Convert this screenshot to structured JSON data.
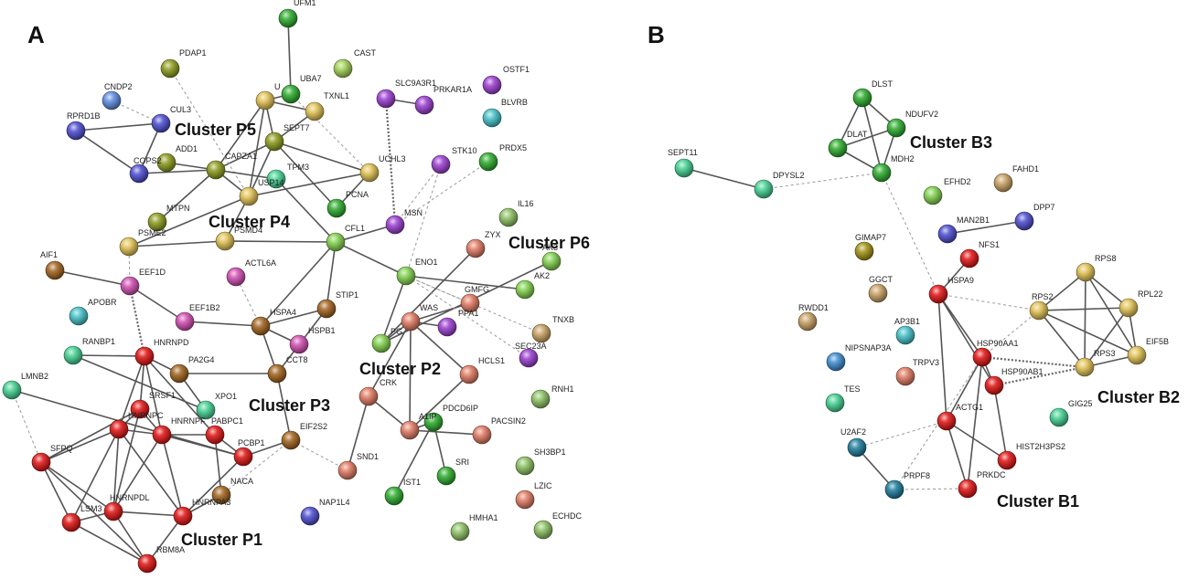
{
  "panels": [
    {
      "id": "A",
      "label": "A"
    },
    {
      "id": "B",
      "label": "B"
    }
  ],
  "clusters": [
    {
      "id": "P1",
      "label": "Cluster P1"
    },
    {
      "id": "P2",
      "label": "Cluster P2"
    },
    {
      "id": "P3",
      "label": "Cluster P3"
    },
    {
      "id": "P4",
      "label": "Cluster P4"
    },
    {
      "id": "P5",
      "label": "Cluster P5"
    },
    {
      "id": "P6",
      "label": "Cluster P6"
    },
    {
      "id": "B1",
      "label": "Cluster B1"
    },
    {
      "id": "B2",
      "label": "Cluster B2"
    },
    {
      "id": "B3",
      "label": "Cluster B3"
    }
  ],
  "colors": {
    "red": "#e01010",
    "brown": "#a0601a",
    "peach": "#e98a5a",
    "green": "#2aaa2a",
    "lightgreen": "#7fd04a",
    "olive": "#8a9a1a",
    "yellow": "#e0c050",
    "blue": "#4a4ad0",
    "lightblue": "#5a8adf",
    "cyan": "#40c0c8",
    "purple": "#9a3ad0",
    "pink": "#d04ab0",
    "mint": "#40d090",
    "teal": "#1a7a9a",
    "skyblue": "#3a8ad0",
    "tan": "#c8a060",
    "mustard": "#a09010",
    "lime": "#a0d050",
    "salmon": "#e07860",
    "sagegreen": "#8ac060"
  },
  "nodes": [
    {
      "id": "UFM1",
      "label": "UFM1",
      "color": "green"
    },
    {
      "id": "PDAP1",
      "label": "PDAP1",
      "color": "olive"
    },
    {
      "id": "CAST",
      "label": "CAST",
      "color": "lime"
    },
    {
      "id": "OSTF1",
      "label": "OSTF1",
      "color": "purple"
    },
    {
      "id": "CNDP2",
      "label": "CNDP2",
      "color": "lightblue"
    },
    {
      "id": "UBA7",
      "label": "UBA7",
      "color": "green"
    },
    {
      "id": "U",
      "label": "U",
      "color": "yellow"
    },
    {
      "id": "SLC9A3R1",
      "label": "SLC9A3R1",
      "color": "purple"
    },
    {
      "id": "PRKAR1A",
      "label": "PRKAR1A",
      "color": "purple"
    },
    {
      "id": "BLVRB",
      "label": "BLVRB",
      "color": "cyan"
    },
    {
      "id": "RPRD1B",
      "label": "RPRD1B",
      "color": "blue"
    },
    {
      "id": "CUL3",
      "label": "CUL3",
      "color": "blue"
    },
    {
      "id": "TXNL1",
      "label": "TXNL1",
      "color": "yellow"
    },
    {
      "id": "SEPT7",
      "label": "SEPT7",
      "color": "olive"
    },
    {
      "id": "ADD1",
      "label": "ADD1",
      "color": "olive"
    },
    {
      "id": "COPS2",
      "label": "COPS2",
      "color": "blue"
    },
    {
      "id": "CAPZA1",
      "label": "CAPZA1",
      "color": "olive"
    },
    {
      "id": "TPM3",
      "label": "TPM3",
      "color": "mint"
    },
    {
      "id": "UCHL3",
      "label": "UCHL3",
      "color": "yellow"
    },
    {
      "id": "STK10",
      "label": "STK10",
      "color": "purple"
    },
    {
      "id": "PRDX5",
      "label": "PRDX5",
      "color": "green"
    },
    {
      "id": "USP14",
      "label": "USP14",
      "color": "yellow"
    },
    {
      "id": "MTPN",
      "label": "MTPN",
      "color": "olive"
    },
    {
      "id": "PCNA",
      "label": "PCNA",
      "color": "green"
    },
    {
      "id": "MSN",
      "label": "MSN",
      "color": "purple"
    },
    {
      "id": "IL16",
      "label": "IL16",
      "color": "sagegreen"
    },
    {
      "id": "PSME2",
      "label": "PSME2",
      "color": "yellow"
    },
    {
      "id": "PSMD4",
      "label": "PSMD4",
      "color": "yellow"
    },
    {
      "id": "CFL1",
      "label": "CFL1",
      "color": "lightgreen"
    },
    {
      "id": "ZYX",
      "label": "ZYX",
      "color": "salmon"
    },
    {
      "id": "AK3",
      "label": "AK3",
      "color": "lightgreen"
    },
    {
      "id": "AIF1",
      "label": "AIF1",
      "color": "brown"
    },
    {
      "id": "EEF1D",
      "label": "EEF1D",
      "color": "pink"
    },
    {
      "id": "ACTL6A",
      "label": "ACTL6A",
      "color": "pink"
    },
    {
      "id": "ENO1",
      "label": "ENO1",
      "color": "lightgreen"
    },
    {
      "id": "AK2",
      "label": "AK2",
      "color": "lightgreen"
    },
    {
      "id": "GMFG",
      "label": "GMFG",
      "color": "salmon"
    },
    {
      "id": "APOBR",
      "label": "APOBR",
      "color": "cyan"
    },
    {
      "id": "EEF1B2",
      "label": "EEF1B2",
      "color": "pink"
    },
    {
      "id": "HSPA4",
      "label": "HSPA4",
      "color": "brown"
    },
    {
      "id": "STIP1",
      "label": "STIP1",
      "color": "brown"
    },
    {
      "id": "WAS",
      "label": "WAS",
      "color": "salmon"
    },
    {
      "id": "PPA1",
      "label": "PPA1",
      "color": "purple"
    },
    {
      "id": "TNXB",
      "label": "TNXB",
      "color": "tan"
    },
    {
      "id": "PG",
      "label": "PG",
      "color": "lightgreen"
    },
    {
      "id": "HSPB1",
      "label": "HSPB1",
      "color": "pink"
    },
    {
      "id": "RANBP1",
      "label": "RANBP1",
      "color": "mint"
    },
    {
      "id": "HNRNPD",
      "label": "HNRNPD",
      "color": "red"
    },
    {
      "id": "SEC23A",
      "label": "SEC23A",
      "color": "purple"
    },
    {
      "id": "PA2G4",
      "label": "PA2G4",
      "color": "brown"
    },
    {
      "id": "CCT8",
      "label": "CCT8",
      "color": "brown"
    },
    {
      "id": "HCLS1",
      "label": "HCLS1",
      "color": "salmon"
    },
    {
      "id": "LMNB2",
      "label": "LMNB2",
      "color": "mint"
    },
    {
      "id": "RNH1",
      "label": "RNH1",
      "color": "sagegreen"
    },
    {
      "id": "SRSF1",
      "label": "SRSF1",
      "color": "red"
    },
    {
      "id": "XPO1",
      "label": "XPO1",
      "color": "mint"
    },
    {
      "id": "CRK",
      "label": "CRK",
      "color": "salmon"
    },
    {
      "id": "PDCD6IP",
      "label": "PDCD6IP",
      "color": "green"
    },
    {
      "id": "A1IP",
      "label": "A1IP",
      "color": "salmon"
    },
    {
      "id": "HNRNPC",
      "label": "HNRNPC",
      "color": "red"
    },
    {
      "id": "HNRNPF",
      "label": "HNRNPF",
      "color": "red"
    },
    {
      "id": "PABPC1",
      "label": "PABPC1",
      "color": "red"
    },
    {
      "id": "EIF2S2",
      "label": "EIF2S2",
      "color": "brown"
    },
    {
      "id": "PACSIN2",
      "label": "PACSIN2",
      "color": "salmon"
    },
    {
      "id": "SFPQ",
      "label": "SFPQ",
      "color": "red"
    },
    {
      "id": "PCBP1",
      "label": "PCBP1",
      "color": "red"
    },
    {
      "id": "SND1",
      "label": "SND1",
      "color": "salmon"
    },
    {
      "id": "SRI",
      "label": "SRI",
      "color": "green"
    },
    {
      "id": "SH3BP1",
      "label": "SH3BP1",
      "color": "sagegreen"
    },
    {
      "id": "NACA",
      "label": "NACA",
      "color": "brown"
    },
    {
      "id": "IST1",
      "label": "IST1",
      "color": "green"
    },
    {
      "id": "LZIC",
      "label": "LZIC",
      "color": "salmon"
    },
    {
      "id": "LSM3",
      "label": "LSM3",
      "color": "red"
    },
    {
      "id": "HNRNPDL",
      "label": "HNRNPDL",
      "color": "red"
    },
    {
      "id": "HNRNPA3",
      "label": "HNRNPA3",
      "color": "red"
    },
    {
      "id": "NAP1L4",
      "label": "NAP1L4",
      "color": "blue"
    },
    {
      "id": "HMHA1",
      "label": "HMHA1",
      "color": "sagegreen"
    },
    {
      "id": "ECHDC",
      "label": "ECHDC",
      "color": "sagegreen"
    },
    {
      "id": "RBM8A",
      "label": "RBM8A",
      "color": "red"
    },
    {
      "id": "DLST",
      "label": "DLST",
      "color": "green"
    },
    {
      "id": "NDUFV2",
      "label": "NDUFV2",
      "color": "green"
    },
    {
      "id": "DLAT",
      "label": "DLAT",
      "color": "green"
    },
    {
      "id": "MDH2",
      "label": "MDH2",
      "color": "green"
    },
    {
      "id": "SEPT11",
      "label": "SEPT11",
      "color": "mint"
    },
    {
      "id": "DPYSL2",
      "label": "DPYSL2",
      "color": "mint"
    },
    {
      "id": "EFHD2",
      "label": "EFHD2",
      "color": "lightgreen"
    },
    {
      "id": "FAHD1",
      "label": "FAHD1",
      "color": "tan"
    },
    {
      "id": "MAN2B1",
      "label": "MAN2B1",
      "color": "blue"
    },
    {
      "id": "DPP7",
      "label": "DPP7",
      "color": "blue"
    },
    {
      "id": "GIMAP7",
      "label": "GIMAP7",
      "color": "mustard"
    },
    {
      "id": "NFS1",
      "label": "NFS1",
      "color": "red"
    },
    {
      "id": "RPS8",
      "label": "RPS8",
      "color": "yellow"
    },
    {
      "id": "GGCT",
      "label": "GGCT",
      "color": "tan"
    },
    {
      "id": "HSPA9",
      "label": "HSPA9",
      "color": "red"
    },
    {
      "id": "RPS2",
      "label": "RPS2",
      "color": "yellow"
    },
    {
      "id": "RPL22",
      "label": "RPL22",
      "color": "yellow"
    },
    {
      "id": "RWDD1",
      "label": "RWDD1",
      "color": "tan"
    },
    {
      "id": "AP3B1",
      "label": "AP3B1",
      "color": "cyan"
    },
    {
      "id": "HSP90AA1",
      "label": "HSP90AA1",
      "color": "red"
    },
    {
      "id": "EIF5B",
      "label": "EIF5B",
      "color": "yellow"
    },
    {
      "id": "NIPSNAP3A",
      "label": "NIPSNAP3A",
      "color": "skyblue"
    },
    {
      "id": "RPS3",
      "label": "RPS3",
      "color": "yellow"
    },
    {
      "id": "TRPV3",
      "label": "TRPV3",
      "color": "salmon"
    },
    {
      "id": "HSP90AB1",
      "label": "HSP90AB1",
      "color": "red"
    },
    {
      "id": "TES",
      "label": "TES",
      "color": "mint"
    },
    {
      "id": "ACTG1",
      "label": "ACTG1",
      "color": "red"
    },
    {
      "id": "GIG25",
      "label": "GIG25",
      "color": "mint"
    },
    {
      "id": "U2AF2",
      "label": "U2AF2",
      "color": "teal"
    },
    {
      "id": "HIST2H3PS2",
      "label": "HIST2H3PS2",
      "color": "red"
    },
    {
      "id": "PRPF8",
      "label": "PRPF8",
      "color": "teal"
    },
    {
      "id": "PRKDC",
      "label": "PRKDC",
      "color": "red"
    }
  ],
  "edges": [
    [
      "UFM1",
      "UBA7",
      "solid"
    ],
    [
      "U",
      "UBA7",
      "solid"
    ],
    [
      "U",
      "TXNL1",
      "solid"
    ],
    [
      "U",
      "SEPT7",
      "solid"
    ],
    [
      "U",
      "USP14",
      "solid"
    ],
    [
      "U",
      "CAPZA1",
      "solid"
    ],
    [
      "UBA7",
      "UCHL3",
      "dashed"
    ],
    [
      "TXNL1",
      "SEPT7",
      "solid"
    ],
    [
      "SEPT7",
      "CAPZA1",
      "solid"
    ],
    [
      "SEPT7",
      "UCHL3",
      "solid"
    ],
    [
      "SEPT7",
      "PCNA",
      "solid"
    ],
    [
      "SEPT7",
      "USP14",
      "solid"
    ],
    [
      "CAPZA1",
      "USP14",
      "solid"
    ],
    [
      "CAPZA1",
      "ADD1",
      "solid"
    ],
    [
      "CAPZA1",
      "COPS2",
      "solid"
    ],
    [
      "CAPZA1",
      "MTPN",
      "solid"
    ],
    [
      "COPS2",
      "CUL3",
      "solid"
    ],
    [
      "CUL3",
      "RPRD1B",
      "solid"
    ],
    [
      "COPS2",
      "RPRD1B",
      "solid"
    ],
    [
      "USP14",
      "UCHL3",
      "solid"
    ],
    [
      "USP14",
      "PSMD4",
      "solid"
    ],
    [
      "USP14",
      "PSME2",
      "solid"
    ],
    [
      "PSME2",
      "PSMD4",
      "solid"
    ],
    [
      "PSMD4",
      "CFL1",
      "solid"
    ],
    [
      "UCHL3",
      "PCNA",
      "solid"
    ],
    [
      "SLC9A3R1",
      "PRKAR1A",
      "solid"
    ],
    [
      "SLC9A3R1",
      "MSN",
      "dotted"
    ],
    [
      "MSN",
      "CFL1",
      "solid"
    ],
    [
      "MSN",
      "STK10",
      "dashed"
    ],
    [
      "CFL1",
      "ENO1",
      "solid"
    ],
    [
      "CFL1",
      "STIP1",
      "solid"
    ],
    [
      "CFL1",
      "HSPA4",
      "solid"
    ],
    [
      "ENO1",
      "AK2",
      "solid"
    ],
    [
      "ENO1",
      "GMFG",
      "dashed"
    ],
    [
      "ENO1",
      "PG",
      "solid"
    ],
    [
      "ZYX",
      "PG",
      "solid"
    ],
    [
      "GMFG",
      "WAS",
      "solid"
    ],
    [
      "WAS",
      "PG",
      "solid"
    ],
    [
      "WAS",
      "PPA1",
      "solid"
    ],
    [
      "WAS",
      "HCLS1",
      "solid"
    ],
    [
      "WAS",
      "CRK",
      "solid"
    ],
    [
      "WAS",
      "A1IP",
      "solid"
    ],
    [
      "CRK",
      "A1IP",
      "solid"
    ],
    [
      "HCLS1",
      "A1IP",
      "solid"
    ],
    [
      "PDCD6IP",
      "IST1",
      "solid"
    ],
    [
      "PDCD6IP",
      "SRI",
      "solid"
    ],
    [
      "PDCD6IP",
      "A1IP",
      "solid"
    ],
    [
      "A1IP",
      "PACSIN2",
      "solid"
    ],
    [
      "CRK",
      "SND1",
      "solid"
    ],
    [
      "SND1",
      "EIF2S2",
      "dashed"
    ],
    [
      "HSPA4",
      "STIP1",
      "solid"
    ],
    [
      "HSPA4",
      "CCT8",
      "solid"
    ],
    [
      "HSPA4",
      "HSPB1",
      "solid"
    ],
    [
      "HSPA4",
      "EEF1B2",
      "solid"
    ],
    [
      "HSPA4",
      "ACTL6A",
      "dashed"
    ],
    [
      "STIP1",
      "CCT8",
      "solid"
    ],
    [
      "CCT8",
      "PA2G4",
      "solid"
    ],
    [
      "CCT8",
      "EIF2S2",
      "solid"
    ],
    [
      "PA2G4",
      "HNRNPD",
      "solid"
    ],
    [
      "PA2G4",
      "XPO1",
      "solid"
    ],
    [
      "EEF1D",
      "EEF1B2",
      "solid"
    ],
    [
      "EEF1D",
      "AIF1",
      "solid"
    ],
    [
      "EEF1D",
      "PSME2",
      "dashed"
    ],
    [
      "EEF1D",
      "HNRNPD",
      "dotted"
    ],
    [
      "RANBP1",
      "XPO1",
      "solid"
    ],
    [
      "RANBP1",
      "HNRNPD",
      "solid"
    ],
    [
      "LMNB2",
      "PCBP1",
      "solid"
    ],
    [
      "LMNB2",
      "SFPQ",
      "dashed"
    ],
    [
      "HNRNPD",
      "SRSF1",
      "solid"
    ],
    [
      "HNRNPD",
      "HNRNPC",
      "solid"
    ],
    [
      "HNRNPD",
      "HNRNPF",
      "solid"
    ],
    [
      "HNRNPD",
      "PABPC1",
      "solid"
    ],
    [
      "SRSF1",
      "HNRNPC",
      "solid"
    ],
    [
      "SRSF1",
      "HNRNPF",
      "solid"
    ],
    [
      "SRSF1",
      "SFPQ",
      "solid"
    ],
    [
      "SRSF1",
      "HNRNPDL",
      "solid"
    ],
    [
      "HNRNPC",
      "HNRNPF",
      "solid"
    ],
    [
      "HNRNPC",
      "SFPQ",
      "solid"
    ],
    [
      "HNRNPC",
      "LSM3",
      "solid"
    ],
    [
      "HNRNPC",
      "HNRNPDL",
      "solid"
    ],
    [
      "HNRNPC",
      "HNRNPA3",
      "solid"
    ],
    [
      "HNRNPF",
      "PABPC1",
      "solid"
    ],
    [
      "HNRNPF",
      "PCBP1",
      "solid"
    ],
    [
      "HNRNPF",
      "HNRNPA3",
      "solid"
    ],
    [
      "HNRNPF",
      "HNRNPDL",
      "solid"
    ],
    [
      "PABPC1",
      "PCBP1",
      "solid"
    ],
    [
      "PABPC1",
      "NACA",
      "solid"
    ],
    [
      "PCBP1",
      "HNRNPA3",
      "solid"
    ],
    [
      "PCBP1",
      "EIF2S2",
      "solid"
    ],
    [
      "SFPQ",
      "LSM3",
      "solid"
    ],
    [
      "SFPQ",
      "HNRNPDL",
      "solid"
    ],
    [
      "SFPQ",
      "RBM8A",
      "solid"
    ],
    [
      "LSM3",
      "HNRNPDL",
      "solid"
    ],
    [
      "LSM3",
      "RBM8A",
      "solid"
    ],
    [
      "HNRNPDL",
      "HNRNPA3",
      "solid"
    ],
    [
      "HNRNPDL",
      "RBM8A",
      "solid"
    ],
    [
      "HNRNPA3",
      "RBM8A",
      "solid"
    ],
    [
      "NACA",
      "HNRNPA3",
      "solid"
    ],
    [
      "EIF2S2",
      "NACA",
      "dashed"
    ],
    [
      "PDAP1",
      "USP14",
      "dashed"
    ],
    [
      "TPM3",
      "CAPZA1",
      "solid"
    ],
    [
      "TPM3",
      "CFL1",
      "solid"
    ],
    [
      "CNDP2",
      "CUL3",
      "dashed"
    ],
    [
      "STK10",
      "ENO1",
      "dashed"
    ],
    [
      "PRDX5",
      "MSN",
      "dashed"
    ],
    [
      "AK3",
      "PG",
      "solid"
    ],
    [
      "SEC23A",
      "ENO1",
      "dashed"
    ],
    [
      "TNXB",
      "ENO1",
      "dashed"
    ],
    [
      "DLST",
      "NDUFV2",
      "solid"
    ],
    [
      "DLST",
      "DLAT",
      "solid"
    ],
    [
      "DLST",
      "MDH2",
      "solid"
    ],
    [
      "NDUFV2",
      "DLAT",
      "solid"
    ],
    [
      "NDUFV2",
      "MDH2",
      "solid"
    ],
    [
      "DLAT",
      "MDH2",
      "solid"
    ],
    [
      "SEPT11",
      "DPYSL2",
      "solid"
    ],
    [
      "DPYSL2",
      "MDH2",
      "dashed"
    ],
    [
      "MDH2",
      "HSPA9",
      "dashed"
    ],
    [
      "MAN2B1",
      "DPP7",
      "solid"
    ],
    [
      "NFS1",
      "HSPA9",
      "solid"
    ],
    [
      "HSPA9",
      "HSP90AA1",
      "solid"
    ],
    [
      "HSPA9",
      "HSP90AB1",
      "solid"
    ],
    [
      "HSPA9",
      "ACTG1",
      "solid"
    ],
    [
      "HSPA9",
      "RPS2",
      "dashed"
    ],
    [
      "HSP90AA1",
      "HSP90AB1",
      "solid"
    ],
    [
      "HSP90AA1",
      "RPS3",
      "dotted"
    ],
    [
      "HSP90AA1",
      "RPS2",
      "dashed"
    ],
    [
      "HSP90AA1",
      "ACTG1",
      "solid"
    ],
    [
      "HSP90AA1",
      "PRKDC",
      "solid"
    ],
    [
      "HSP90AB1",
      "RPS3",
      "dotted"
    ],
    [
      "HSP90AB1",
      "HIST2H3PS2",
      "solid"
    ],
    [
      "ACTG1",
      "HIST2H3PS2",
      "solid"
    ],
    [
      "ACTG1",
      "PRKDC",
      "solid"
    ],
    [
      "ACTG1",
      "U2AF2",
      "dashed"
    ],
    [
      "U2AF2",
      "PRPF8",
      "solid"
    ],
    [
      "PRPF8",
      "PRKDC",
      "dashed"
    ],
    [
      "RPS8",
      "RPS2",
      "solid"
    ],
    [
      "RPS8",
      "RPL22",
      "solid"
    ],
    [
      "RPS8",
      "RPS3",
      "solid"
    ],
    [
      "RPS8",
      "EIF5B",
      "solid"
    ],
    [
      "RPS2",
      "RPL22",
      "solid"
    ],
    [
      "RPS2",
      "RPS3",
      "solid"
    ],
    [
      "RPS2",
      "EIF5B",
      "solid"
    ],
    [
      "RPL22",
      "RPS3",
      "solid"
    ],
    [
      "RPL22",
      "EIF5B",
      "solid"
    ],
    [
      "RPS3",
      "EIF5B",
      "solid"
    ],
    [
      "HSP90AA1",
      "PRPF8",
      "dashed"
    ]
  ]
}
